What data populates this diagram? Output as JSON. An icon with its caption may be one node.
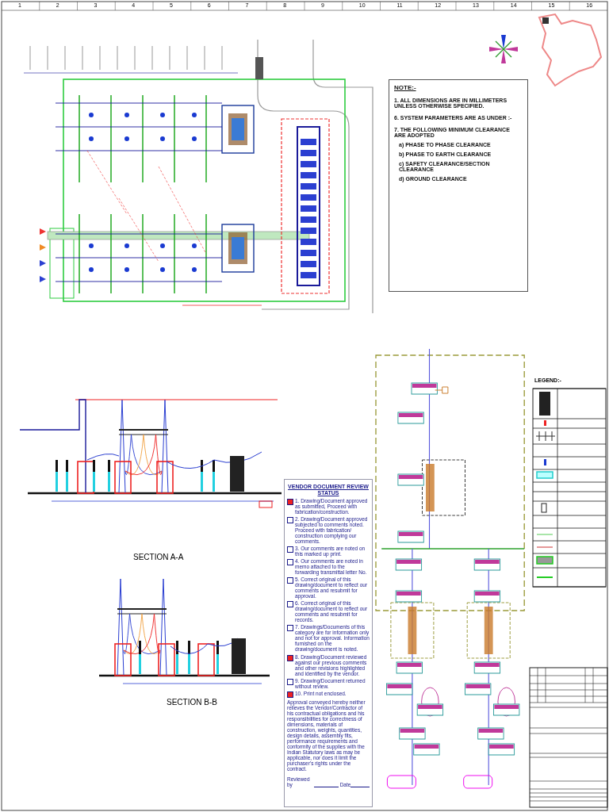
{
  "diagram": {
    "nodes": [
      {
        "text": [
          "NOTE:-",
          "1. ALL DIMENSIONS ARE IN MILLIMETERS UNLESS OTHERWISE SPECIFIED.",
          "6. SYSTEM PARAMETERS ARE AS UNDER :-",
          "7. THE FOLLOWING MINIMUM CLEARANCE ARE ADOPTED",
          "a) PHASE TO PHASE CLEARANCE",
          "b) PHASE TO EARTH CLEARANCE",
          "c) SAFETY CLEARANCE/SECTION CLEARANCE",
          "d) GROUND CLEARANCE"
        ]
      },
      {
        "text": [
          "VENDOR DOCUMENT REVIEW STATUS",
          "1. Drawing/Document approved as submitted, Proceed with fabrication/construction.",
          "2. Drawing/Document approved subjected to comments noted. Proceed with fabrication/ construction complying our comments.",
          "3. Our comments are noted on this marked up print.",
          "4. Our comments are noted in memo attached to the forwarding transmittal letter No.",
          "5. Correct original of this drawing/document to reflect our comments and resubmit for approval.",
          "6. Correct original of this drawing/document to reflect our comments and resubmit for records.",
          "7. Drawings/Documents of this category are for information only and not for approval. Information furnished on the drawing/document is noted.",
          "8. Drawing/Document reviewed against our previous comments and other revisions highlighted and identified by the vendor.",
          "9. Drawing/Document returned without review.",
          "10. Print not enclosed.",
          "Approval conveyed hereby neither relieves the Vendor/Contractor of his contractual obligations and his responsibilities for correctness of dimensions, materials of construction, weights, quantities, design details, assembly fits, performance requirements and conformity of the supplies with the Indian Statutory laws as may be applicable, nor does it limit the purchaser's rights under the contract.",
          "Reviewed by",
          "Date"
        ]
      }
    ],
    "labels": [
      "1",
      "2",
      "3",
      "4",
      "5",
      "6",
      "7",
      "8",
      "9",
      "10",
      "11",
      "12",
      "13",
      "14",
      "15",
      "16",
      "SECTION A-A",
      "SECTION B-B",
      "LEGEND:-"
    ]
  }
}
